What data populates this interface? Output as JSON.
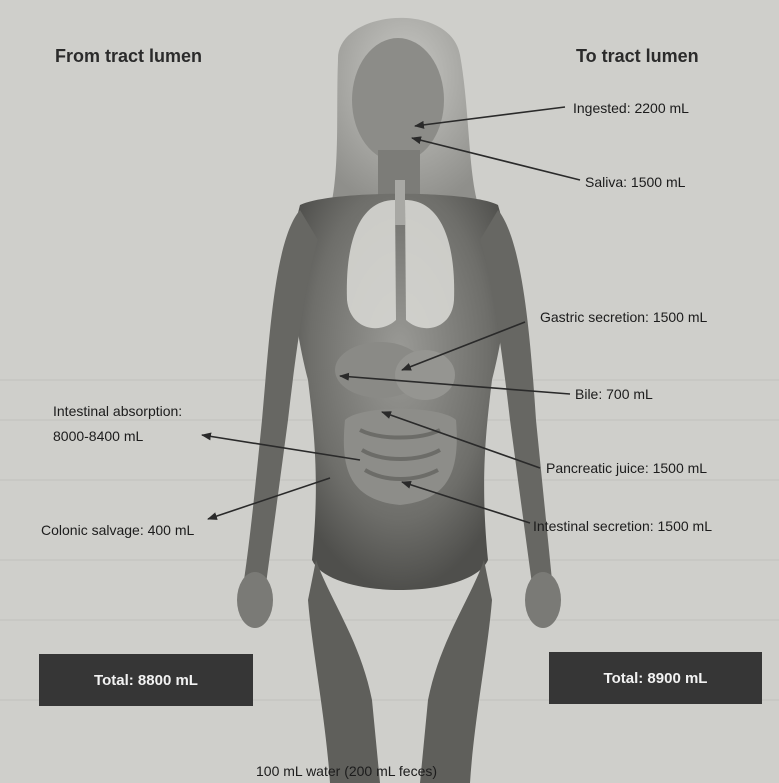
{
  "headers": {
    "from": "From tract lumen",
    "to": "To tract lumen"
  },
  "inputs": [
    "Ingested: 2200 mL",
    "Saliva: 1500 mL",
    "Gastric secretion: 1500 mL",
    "Bile: 700 mL",
    "Pancreatic juice: 1500 mL",
    "Intestinal secretion: 1500 mL"
  ],
  "outputs": {
    "intestinal_line1": "Intestinal absorption:",
    "intestinal_line2": "8000-8400 mL",
    "colonic": "Colonic salvage: 400 mL"
  },
  "totals": {
    "left": "Total: 8800 mL",
    "right": "Total: 8900 mL"
  },
  "footer": "100 mL water (200 mL feces)",
  "colors": {
    "background": "#cfcfcb",
    "total_box": "#363636",
    "arrow": "#2a2a2a"
  }
}
